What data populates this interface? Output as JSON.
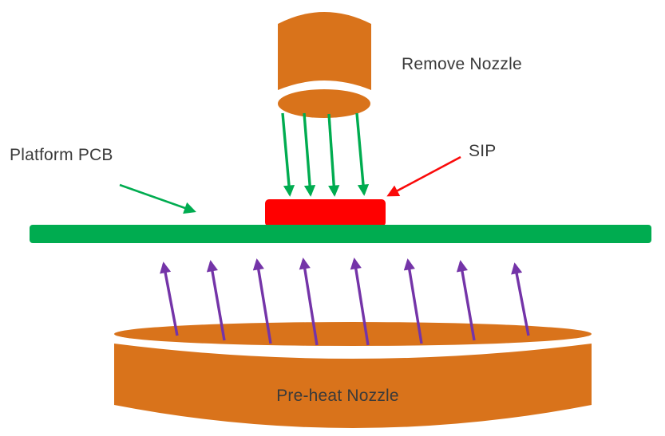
{
  "labels": {
    "remove_nozzle": "Remove Nozzle",
    "platform_pcb": "Platform PCB",
    "sip": "SIP",
    "preheat_nozzle": "Pre-heat Nozzle"
  },
  "colors": {
    "nozzle_orange": "#D9731B",
    "pcb_green": "#00AC50",
    "sip_red": "#FF0000",
    "arrow_green": "#00AC50",
    "arrow_purple": "#7434A8",
    "arrow_red": "#FA0A0A",
    "label_text": "#3A3A3A"
  }
}
